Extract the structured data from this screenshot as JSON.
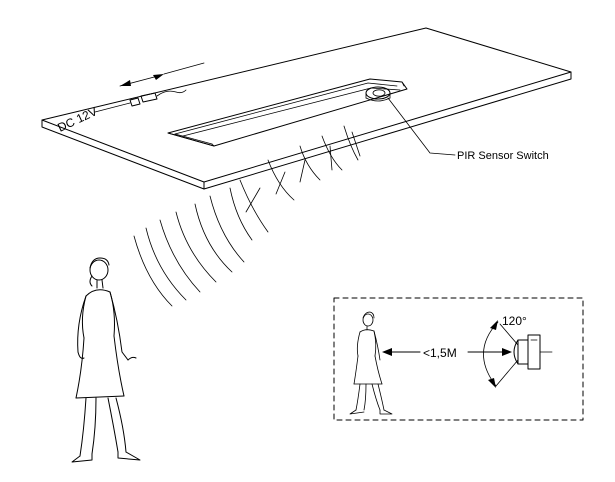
{
  "labels": {
    "power": "DC 12V",
    "sensor": "PIR Sensor Switch",
    "distance": "<1,5M",
    "angle": "120°"
  }
}
